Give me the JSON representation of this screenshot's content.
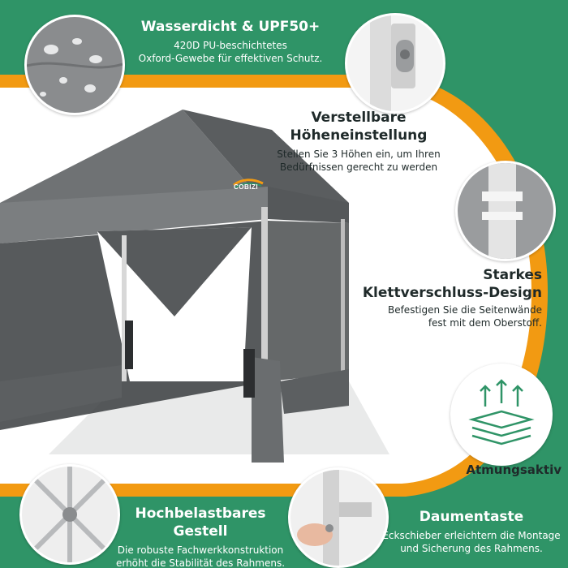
{
  "brand": {
    "logo_text": "COBIZI"
  },
  "features": [
    {
      "id": "waterproof",
      "title": "Wasserdicht & UPF50+",
      "desc": "420D PU-beschichtetes\nOxford-Gewebe für effektiven Schutz."
    },
    {
      "id": "height",
      "title": "Verstellbare\nHöheneinstellung",
      "desc": "Stellen Sie 3 Höhen ein, um Ihren\nBedürfnissen gerecht zu werden"
    },
    {
      "id": "velcro",
      "title": "Starkes\nKlettverschluss-Design",
      "desc": "Befestigen Sie die Seitenwände\nfest mit dem Oberstoff."
    },
    {
      "id": "breathable",
      "title": "Atmungsaktiv",
      "desc": ""
    },
    {
      "id": "frame",
      "title": "Hochbelastbares\nGestell",
      "desc": "Die robuste Fachwerkkonstruktion\nerhöht die Stabilität des Rahmens."
    },
    {
      "id": "thumb",
      "title": "Daumentaste",
      "desc": "Eckschieber erleichtern die Montage\nund Sicherung des Rahmens."
    }
  ],
  "colors": {
    "green": "#2f9467",
    "orange": "#f29a12",
    "tent_grey": "#6a6d6f",
    "white": "#ffffff"
  }
}
